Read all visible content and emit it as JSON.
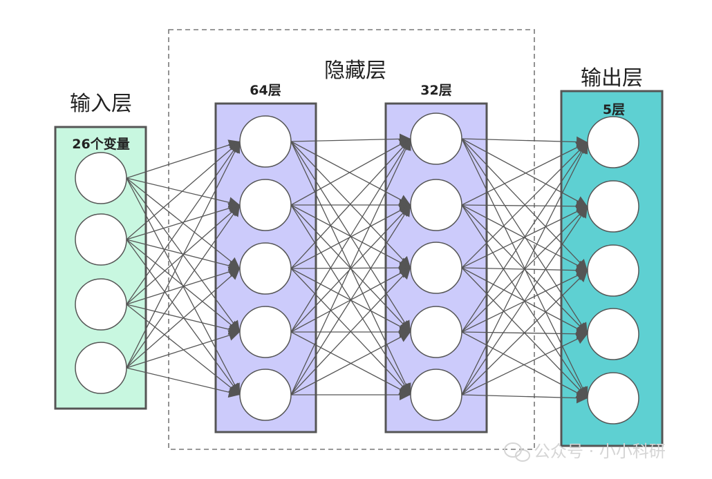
{
  "hidden_group": {
    "title": "隐藏层"
  },
  "layers": [
    {
      "id": "input",
      "title": "输入层",
      "subtitle": "26个变量",
      "color": "#c8f7e0",
      "node_count": 4
    },
    {
      "id": "hidden1",
      "title": "",
      "subtitle": "64层",
      "color": "#cccbfb",
      "node_count": 5
    },
    {
      "id": "hidden2",
      "title": "",
      "subtitle": "32层",
      "color": "#cccbfb",
      "node_count": 5
    },
    {
      "id": "output",
      "title": "输出层",
      "subtitle": "5层",
      "color": "#5ed0d2",
      "node_count": 5
    }
  ],
  "watermark": {
    "text": "公众号 · 小小科研"
  },
  "colors": {
    "border": "#555555",
    "edge": "#555555",
    "node_fill": "#ffffff"
  }
}
